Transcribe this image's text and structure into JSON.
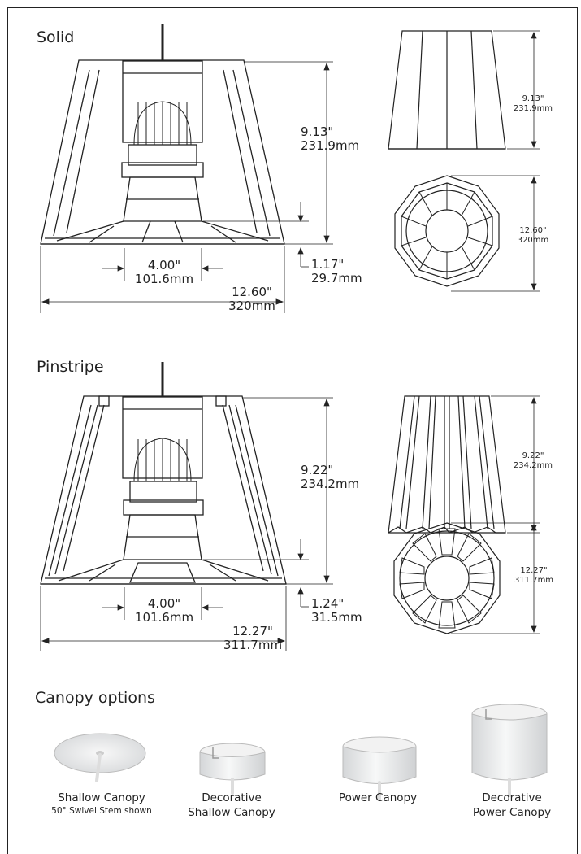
{
  "sections": {
    "solid": {
      "title": "Solid",
      "height_in": "9.13\"",
      "height_mm": "231.9mm",
      "side_height_in": "9.13\"",
      "side_height_mm": "231.9mm",
      "diameter_in": "12.60\"",
      "diameter_mm": "320mm",
      "top_diameter_in": "12.60\"",
      "top_diameter_mm": "320mm",
      "stem_in": "4.00\"",
      "stem_mm": "101.6mm",
      "base_in": "1.17\"",
      "base_mm": "29.7mm"
    },
    "pinstripe": {
      "title": "Pinstripe",
      "height_in": "9.22\"",
      "height_mm": "234.2mm",
      "side_height_in": "9.22\"",
      "side_height_mm": "234.2mm",
      "diameter_in": "12.27\"",
      "diameter_mm": "311.7mm",
      "top_diameter_in": "12.27\"",
      "top_diameter_mm": "311.7mm",
      "stem_in": "4.00\"",
      "stem_mm": "101.6mm",
      "base_in": "1.24\"",
      "base_mm": "31.5mm"
    }
  },
  "canopy": {
    "heading": "Canopy options",
    "items": [
      {
        "line1": "Shallow Canopy",
        "line2": "",
        "note": "50° Swivel Stem shown"
      },
      {
        "line1": "Decorative",
        "line2": "Shallow Canopy",
        "note": ""
      },
      {
        "line1": "Power Canopy",
        "line2": "",
        "note": ""
      },
      {
        "line1": "Decorative",
        "line2": "Power Canopy",
        "note": ""
      }
    ]
  }
}
